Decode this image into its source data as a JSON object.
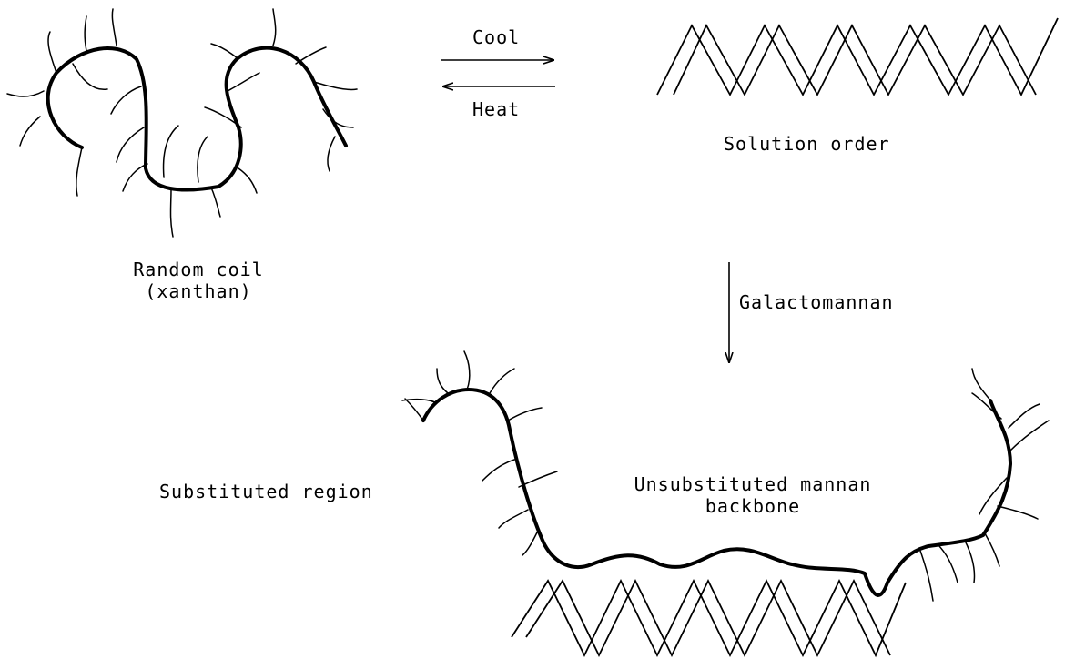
{
  "labels": {
    "cool": "Cool",
    "heat": "Heat",
    "solution_order": "Solution order",
    "random_coil_line1": "Random coil",
    "random_coil_line2": "(xanthan)",
    "galactomannan": "Galactomannan",
    "substituted_region": "Substituted region",
    "unsubstituted_line1": "Unsubstituted mannan",
    "unsubstituted_line2": "backbone"
  },
  "colors": {
    "ink": "#000000",
    "background": "#ffffff"
  }
}
